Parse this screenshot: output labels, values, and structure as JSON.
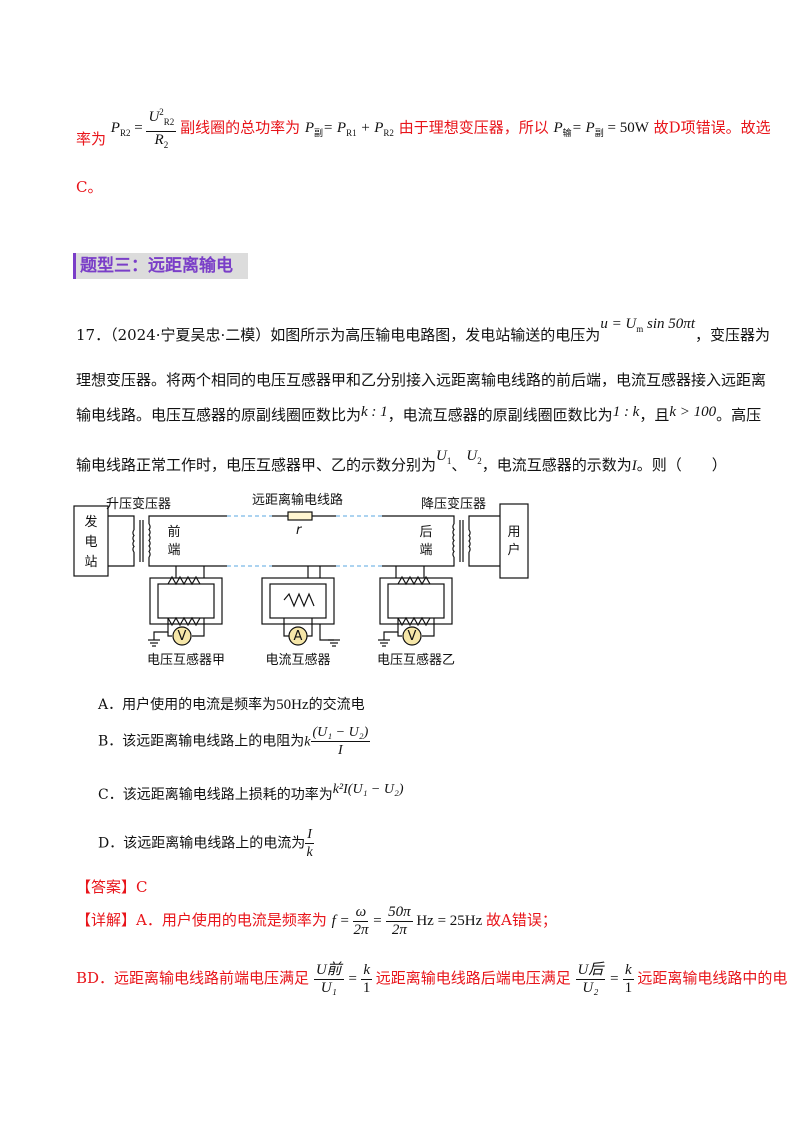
{
  "top": {
    "lead": "率为",
    "p_r2": "P",
    "p_r2_sub": "R2",
    "eq1": "=",
    "num_u": "U",
    "num_sup": "2",
    "num_sub": "R2",
    "den_r": "R",
    "den_sub": "2",
    "mid": "副线圈的总功率为",
    "p_total": "P",
    "p_total_sub": "副",
    "eq2": "= P",
    "r1_sub": "R1",
    "plus": " + P",
    "r2_sub": "R2",
    "mid2": "由于理想变压器，所以",
    "p_in": "P",
    "p_in_sub": "输",
    "eq3": "= P",
    "p_out_sub": "副",
    "value": " = 50W",
    "tail": "故D项错误。故选",
    "line2": "C。"
  },
  "section_title": "题型三：远距离输电",
  "question": {
    "line1_a": "17．（2024·宁夏吴忠·二模）如图所示为高压输电电路图，发电站输送的电压为",
    "formula_u": "u = U",
    "formula_u_sub": "m",
    "formula_u_tail": " sin 50πt",
    "line1_b": "，变压器为",
    "line2": "理想变压器。将两个相同的电压互感器甲和乙分别接入远距离输电线路的前后端，电流互感器接入远距离",
    "line3_a": "输电线路。电压互感器的原副线圈匝数比为",
    "ratio1": "k : 1",
    "line3_b": "，电流互感器的原副线圈匝数比为",
    "ratio2": "1 : k",
    "line3_c": "，且",
    "cond": "k > 100",
    "line3_d": "。高压",
    "line4_a": "输电线路正常工作时，电压互感器甲、乙的示数分别为",
    "u1": "U",
    "u1_sub": "1",
    "sep": "、",
    "u2": "U",
    "u2_sub": "2",
    "line4_b": "，电流互感器的示数为",
    "i": "I",
    "line4_c": "。则（　　）"
  },
  "diagram": {
    "generator": [
      "发",
      "电",
      "站"
    ],
    "step_up": "升压变压器",
    "line_label": "远距离输电线路",
    "resistor": "r",
    "step_down": "降压变压器",
    "user": [
      "用",
      "户"
    ],
    "front": [
      "前",
      "端"
    ],
    "back": [
      "后",
      "端"
    ],
    "voltmeter": "V",
    "ammeter": "A",
    "label_vt_a": "电压互感器甲",
    "label_ct": "电流互感器",
    "label_vt_b": "电压互感器乙"
  },
  "options": {
    "A_text": "A．用户使用的电流是频率为",
    "A_value": "50Hz",
    "A_tail": "的交流电",
    "B_text": "B．该远距离输电线路上的电阻为",
    "B_k": "k",
    "B_num": "(U₁ − U₂)",
    "B_den": "I",
    "C_text": "C．该远距离输电线路上损耗的功率为",
    "C_expr": "k²I(U₁ − U₂)",
    "D_text": "D．该远距离输电线路上的电流为",
    "D_num": "I",
    "D_den": "k"
  },
  "answer": {
    "label": "【答案】",
    "value": "C",
    "detail_label": "【详解】",
    "detail_a": "A．用户使用的电流是频率为",
    "f_expr": "f =",
    "f_num1": "ω",
    "f_den1": "2π",
    "f_eq": "=",
    "f_num2": "50π",
    "f_den2": "2π",
    "f_tail": "Hz = 25Hz",
    "detail_a_tail": "故A错误；",
    "bd_a": "BD．远距离输电线路前端电压满足",
    "bd_num1": "U前",
    "bd_den1": "U₁",
    "bd_eq1": "=",
    "bd_k1": "k",
    "bd_one1": "1",
    "bd_b": "远距离输电线路后端电压满足",
    "bd_num2": "U后",
    "bd_den2": "U₂",
    "bd_eq2": "=",
    "bd_k2": "k",
    "bd_one2": "1",
    "bd_c": "远距离输电线路中的电"
  }
}
